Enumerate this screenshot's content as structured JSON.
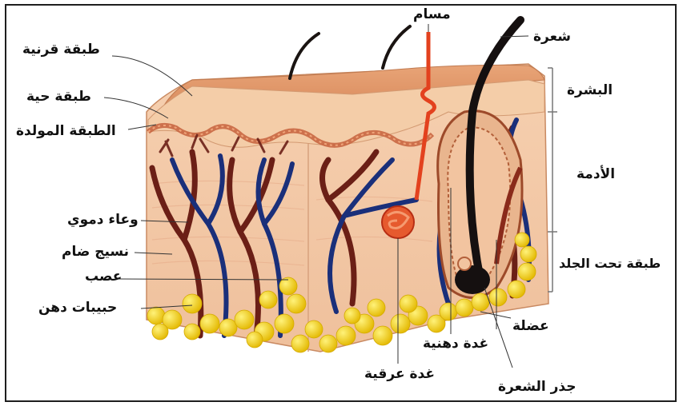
{
  "labels": {
    "pore": "مسام",
    "hair": "شعرة",
    "epidermis": "البشرة",
    "dermis": "الأدمة",
    "hypodermis": "طبقة تحت الجلد",
    "horny_layer": "طبقة قرنية",
    "living_layer": "طبقة حية",
    "basal_layer": "الطبقة المولدة",
    "blood_vessel": "وعاء دموي",
    "connective_tissue": "نسيج ضام",
    "nerve": "عصب",
    "fat_globules": "حبيبات دهن",
    "muscle": "عضلة",
    "sebaceous_gland": "غدة دهنية",
    "hair_root": "جذر الشعرة",
    "sweat_gland": "غدة عرقية"
  },
  "colors": {
    "surface": "#e9a070",
    "epidermis": "#f3c8a2",
    "dermis": "#f7d2b6",
    "fat": "#f4d21c",
    "artery": "#6b1f16",
    "vein": "#1a2f7a",
    "sweat": "#e3411e",
    "hair": "#151010"
  }
}
